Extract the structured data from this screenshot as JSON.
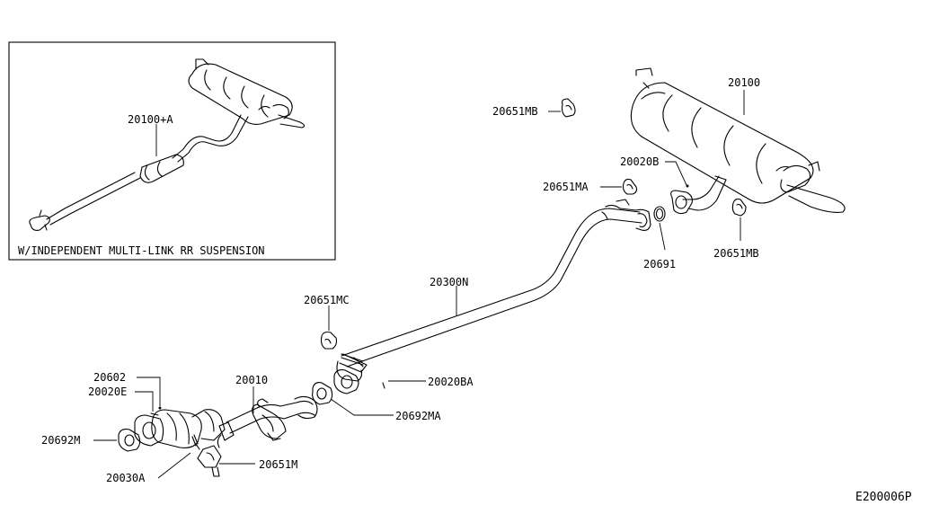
{
  "diagram_code": "E200006P",
  "inset": {
    "caption": "W/INDEPENDENT MULTI-LINK RR SUSPENSION",
    "part_label": "20100+A"
  },
  "parts": {
    "main_muffler": "20100",
    "mount_rubber_top": "20651MB",
    "gasket_rear": "20020B",
    "mount_rubber_ma": "20651MA",
    "mount_rubber_mb_right": "20651MB",
    "seal_ring": "20691",
    "center_tube": "20300N",
    "mount_rubber_mc": "20651MC",
    "bolt_ba": "20020BA",
    "gasket_ma": "20692MA",
    "front_tube": "20010",
    "stud_20602": "20602",
    "bolt_20020e": "20020E",
    "gasket_front": "20692M",
    "catalyst_mount": "20651M",
    "nut_20030a": "20030A"
  }
}
